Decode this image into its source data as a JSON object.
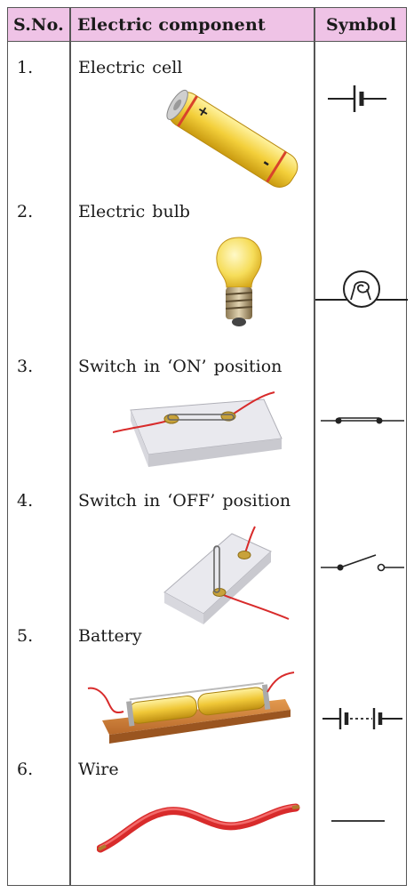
{
  "table": {
    "headers": {
      "sno": "S.No.",
      "component": "Electric component",
      "symbol": "Symbol"
    },
    "rows": [
      {
        "sno": "1.",
        "component": "Electric cell",
        "symbol": "cell-symbol",
        "picture": "electric-cell-picture"
      },
      {
        "sno": "2.",
        "component": "Electric bulb",
        "symbol": "bulb-symbol",
        "picture": "electric-bulb-picture"
      },
      {
        "sno": "3.",
        "component": "Switch in ‘ON’ position",
        "symbol": "switch-on-symbol",
        "picture": "switch-on-picture"
      },
      {
        "sno": "4.",
        "component": "Switch in ‘OFF’ position",
        "symbol": "switch-off-symbol",
        "picture": "switch-off-picture"
      },
      {
        "sno": "5.",
        "component": "Battery",
        "symbol": "battery-symbol",
        "picture": "battery-picture"
      },
      {
        "sno": "6.",
        "component": "Wire",
        "symbol": "wire-symbol",
        "picture": "wire-picture"
      }
    ],
    "colors": {
      "header_bg": "#efc3e6",
      "border": "#555555",
      "wire_red": "#d82b2b",
      "cell_yellow": "#f3cf3a"
    }
  }
}
